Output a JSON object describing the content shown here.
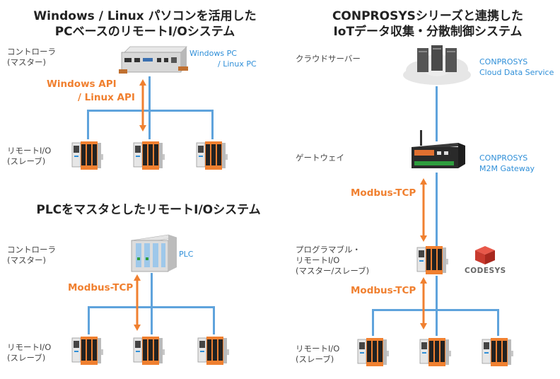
{
  "section1": {
    "title_line1": "Windows / Linux パソコンを活用した",
    "title_line2": "PCベースのリモートI/Oシステム",
    "controller_line1": "コントローラ",
    "controller_line2": "(マスター)",
    "pc_line1": "Windows PC",
    "pc_line2": "/ Linux PC",
    "api_line1": "Windows API",
    "api_line2": "/ Linux API",
    "remote_line1": "リモートI/O",
    "remote_line2": "(スレーブ)"
  },
  "section2": {
    "title": "PLCをマスタとしたリモートI/Oシステム",
    "controller_line1": "コントローラ",
    "controller_line2": "(マスター)",
    "plc_label": "PLC",
    "protocol": "Modbus-TCP",
    "remote_line1": "リモートI/O",
    "remote_line2": "(スレーブ)"
  },
  "section3": {
    "title_line1": "CONPROSYSシリーズと連携した",
    "title_line2": "IoTデータ収集・分散制御システム",
    "cloud_server_label": "クラウドサーバー",
    "cloud_service_line1": "CONPROSYS",
    "cloud_service_line2": "Cloud Data Service",
    "gateway_label": "ゲートウェイ",
    "gateway_product_line1": "CONPROSYS",
    "gateway_product_line2": "M2M Gateway",
    "protocol_upper": "Modbus-TCP",
    "programmable_line1": "プログラマブル・",
    "programmable_line2": "リモートI/O",
    "programmable_line3": "(マスター/スレーブ)",
    "codesys_logo": "CODESYS",
    "protocol_lower": "Modbus-TCP",
    "remote_line1": "リモートI/O",
    "remote_line2": "(スレーブ)"
  },
  "colors": {
    "line_blue": "#5fa3dc",
    "accent_orange": "#f08030",
    "text_blue": "#2f8fd8"
  }
}
